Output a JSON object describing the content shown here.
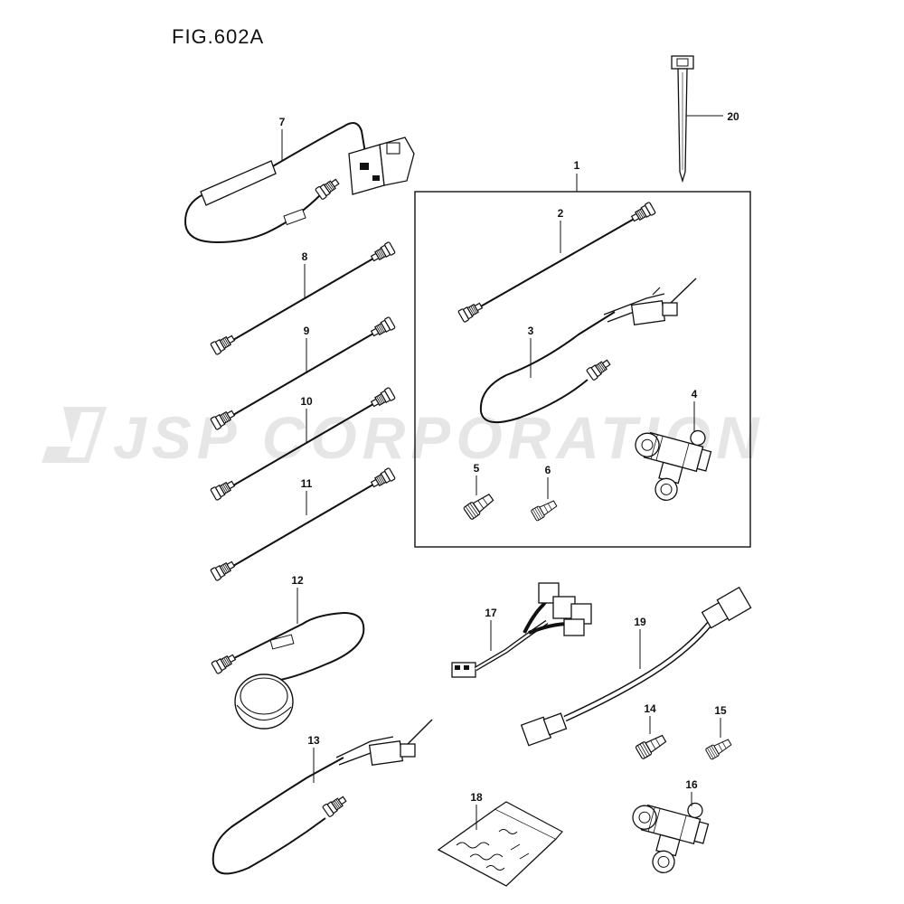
{
  "figure": {
    "title": "FIG.602A",
    "watermark": "JSP CORPORATION",
    "watermark_logo": "JSP",
    "colors": {
      "line": "#111111",
      "fill_light": "#f2f2f2",
      "fill_mid": "#d9d9d9",
      "watermark": "#e6e6e6"
    }
  },
  "callouts": [
    {
      "id": "c1",
      "label": "1",
      "part": "kit-box"
    },
    {
      "id": "c2",
      "label": "2",
      "part": "cable-2"
    },
    {
      "id": "c3",
      "label": "3",
      "part": "power-cable-3"
    },
    {
      "id": "c4",
      "label": "4",
      "part": "tee-connector-4"
    },
    {
      "id": "c5",
      "label": "5",
      "part": "terminator-5"
    },
    {
      "id": "c6",
      "label": "6",
      "part": "terminator-6"
    },
    {
      "id": "c7",
      "label": "7",
      "part": "sensor-cable-7"
    },
    {
      "id": "c8",
      "label": "8",
      "part": "cable-8"
    },
    {
      "id": "c9",
      "label": "9",
      "part": "cable-9"
    },
    {
      "id": "c10",
      "label": "10",
      "part": "cable-10"
    },
    {
      "id": "c11",
      "label": "11",
      "part": "cable-11"
    },
    {
      "id": "c12",
      "label": "12",
      "part": "gps-antenna-12"
    },
    {
      "id": "c13",
      "label": "13",
      "part": "power-cable-13"
    },
    {
      "id": "c14",
      "label": "14",
      "part": "terminator-14"
    },
    {
      "id": "c15",
      "label": "15",
      "part": "terminator-15"
    },
    {
      "id": "c16",
      "label": "16",
      "part": "tee-connector-16"
    },
    {
      "id": "c17",
      "label": "17",
      "part": "y-harness-17"
    },
    {
      "id": "c18",
      "label": "18",
      "part": "parts-bag-18"
    },
    {
      "id": "c19",
      "label": "19",
      "part": "harness-19"
    },
    {
      "id": "c20",
      "label": "20",
      "part": "cable-tie-20"
    }
  ]
}
